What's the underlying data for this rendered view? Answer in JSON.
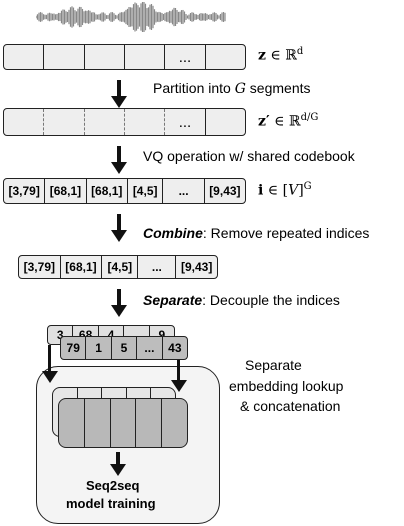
{
  "labels": {
    "z_eq": "z ∈ ℝ^d",
    "partition": "Partition into G segments",
    "zprime_eq": "z′ ∈ ℝ^(d/G)",
    "vq_op": "VQ operation w/ shared codebook",
    "i_eq": "i ∈ [V]^G",
    "combine_bold": "Combine",
    "combine_rest": ": Remove repeated indices",
    "separate_bold": "Separate",
    "separate_rest": ": Decouple the indices",
    "side_text_1": "Separate",
    "side_text_2": "embedding lookup",
    "side_text_3": "& concatenation",
    "seq2seq_1": "Seq2seq",
    "seq2seq_2": "model training",
    "ellipsis": "..."
  },
  "rows": {
    "vq_indices": [
      "[3,79]",
      "[68,1]",
      "[68,1]",
      "[4,5]",
      "...",
      "[9,43]"
    ],
    "combined_indices": [
      "[3,79]",
      "[68,1]",
      "[4,5]",
      "...",
      "[9,43]"
    ],
    "separated_top": [
      "3",
      "68",
      "4",
      "...",
      "9"
    ],
    "separated_bottom": [
      "79",
      "1",
      "5",
      "...",
      "43"
    ]
  }
}
